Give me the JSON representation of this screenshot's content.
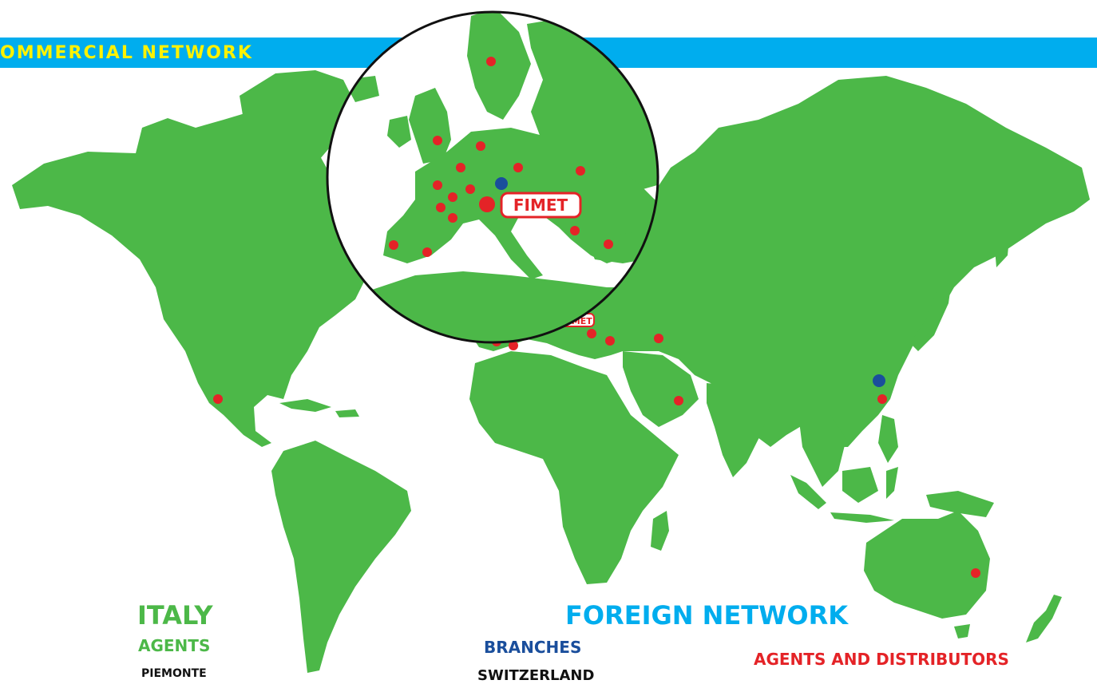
{
  "header": {
    "title": "OMMERCIAL NETWORK"
  },
  "colors": {
    "land": "#4cb848",
    "banner": "#00adee",
    "banner_text": "#fff200",
    "agent_dot": "#e42327",
    "branch_dot": "#1a4e9c",
    "label_fill": "#ffffff",
    "label_text": "#e42327"
  },
  "map": {
    "brand_label": "FIMET",
    "brand_label_small": "FIMET"
  },
  "italy": {
    "title": "ITALY",
    "agents_heading": "AGENTS",
    "first_region": "PIEMONTE"
  },
  "foreign": {
    "title": "FOREIGN NETWORK",
    "branches_heading": "BRANCHES",
    "first_branch": "SWITZERLAND",
    "agents_heading": "AGENTS AND DISTRIBUTORS"
  }
}
